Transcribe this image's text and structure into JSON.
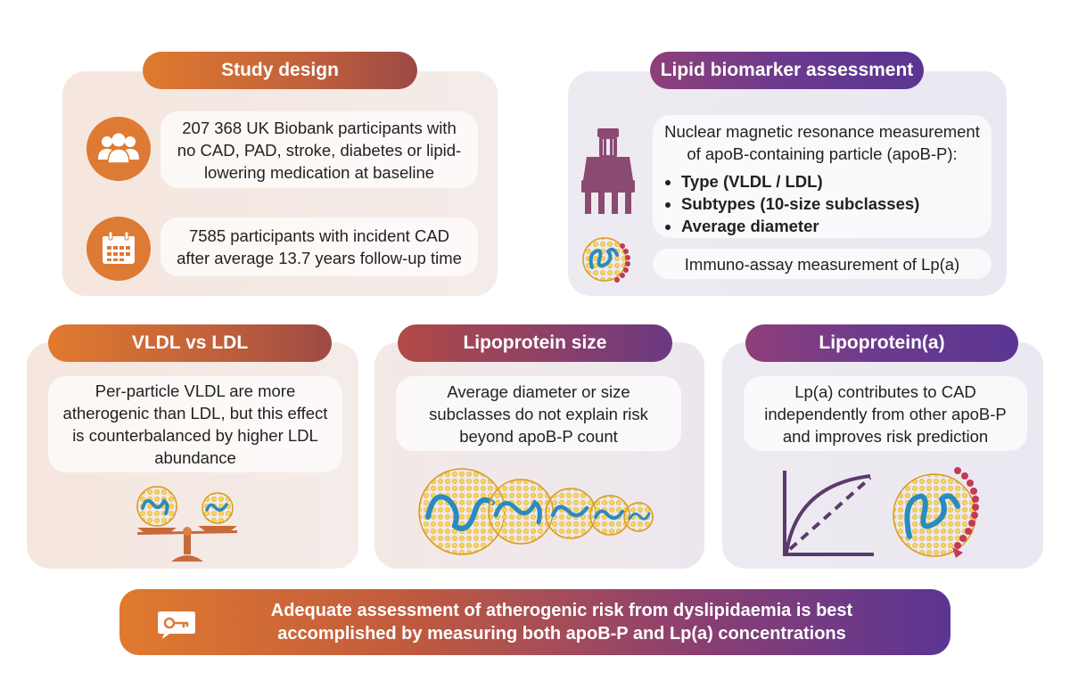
{
  "study_design": {
    "title": "Study design",
    "participants_text": "207 368 UK Biobank participants with no CAD, PAD, stroke, diabetes or lipid-lowering medication at baseline",
    "incident_text": "7585 participants with incident CAD after average 13.7 years follow-up time",
    "icons": [
      "people-icon",
      "calendar-icon"
    ]
  },
  "lipid_assessment": {
    "title": "Lipid biomarker assessment",
    "nmr_intro": "Nuclear magnetic resonance measurement of apoB-containing particle (apoB-P):",
    "bullets": [
      "Type (VLDL / LDL)",
      "Subtypes (10-size subclasses)",
      "Average diameter"
    ],
    "immuno_text": "Immuno-assay measurement of Lp(a)",
    "icons": [
      "nmr-machine-icon",
      "lpa-particle-icon"
    ]
  },
  "vldl_ldl": {
    "title": "VLDL vs LDL",
    "text": "Per-particle VLDL are more atherogenic than LDL, but this effect is counterbalanced by higher LDL abundance",
    "icons": [
      "balance-scale-icon"
    ]
  },
  "lipoprotein_size": {
    "title": "Lipoprotein size",
    "text": "Average diameter or size subclasses do not explain risk beyond apoB-P count",
    "icons": [
      "lipoprotein-particles-icon"
    ]
  },
  "lipoprotein_a": {
    "title": "Lipoprotein(a)",
    "text": "Lp(a) contributes to CAD independently from other apoB-P and improves risk prediction",
    "icons": [
      "risk-curve-icon",
      "lpa-particle-icon"
    ]
  },
  "conclusion": {
    "text": "Adequate assessment of atherogenic risk from dyslipidaemia is best accomplished by measuring both apoB-P and Lp(a) concentrations",
    "icon": "key-icon"
  },
  "colors": {
    "orange": "#e07a2e",
    "purple": "#5b3594",
    "particle_yellow": "#f2c230",
    "strand_blue": "#2a8bbf",
    "machine_purple": "#8a4a72"
  }
}
